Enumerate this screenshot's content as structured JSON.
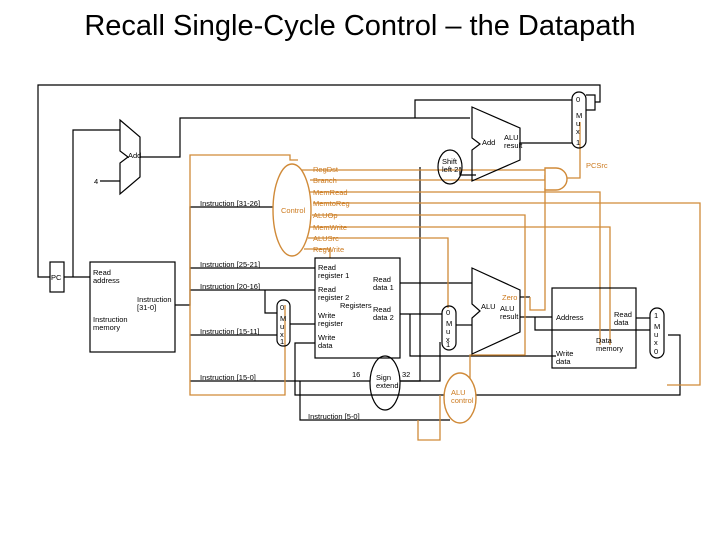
{
  "slide": {
    "title": "Recall Single-Cycle Control – the Datapath"
  },
  "colors": {
    "control": "#d08a38",
    "datapath": "#000000"
  },
  "diagram": {
    "pc": "PC",
    "instruction_memory": {
      "read_address": "Read\naddress",
      "instruction": "Instruction\n[31-0]",
      "name": "Instruction\nmemory"
    },
    "pc_adder": {
      "constant": "4",
      "name": "Add"
    },
    "branch_adder": {
      "name": "Add",
      "result": "ALU\nresult"
    },
    "shift_left": "Shift\nleft 2",
    "control": "Control",
    "control_signals": [
      "RegDst",
      "Branch",
      "MemRead",
      "MemtoReg",
      "ALUOp",
      "MemWrite",
      "ALUSrc",
      "RegWrite"
    ],
    "pcsrc": "PCSrc",
    "instruction_fields": {
      "opcode": "Instruction [31-26]",
      "rs": "Instruction [25-21]",
      "rt": "Instruction [20-16]",
      "rd": "Instruction [15-11]",
      "imm": "Instruction [15-0]",
      "funct": "Instruction [5-0]"
    },
    "registers": {
      "read_register_1": "Read\nregister 1",
      "read_register_2": "Read\nregister 2",
      "write_register": "Write\nregister",
      "write_data": "Write\ndata",
      "read_data_1": "Read\ndata 1",
      "read_data_2": "Read\ndata 2",
      "name": "Registers"
    },
    "alu": {
      "name": "ALU",
      "zero": "Zero",
      "result": "ALU\nresult"
    },
    "sign_extend": {
      "name": "Sign\nextend",
      "in_width": "16",
      "out_width": "32"
    },
    "alu_control": "ALU\ncontrol",
    "data_memory": {
      "address": "Address",
      "read_data": "Read\ndata",
      "write_data": "Write\ndata",
      "name": "Data\nmemory"
    },
    "mux_label": "M\nu\nx",
    "mux_pc": {
      "top": "0",
      "bottom": "1"
    },
    "mux_reg": {
      "top": "0",
      "bottom": "1"
    },
    "mux_alu": {
      "top": "0",
      "bottom": "1"
    },
    "mux_mem": {
      "top": "1",
      "bottom": "0"
    }
  }
}
